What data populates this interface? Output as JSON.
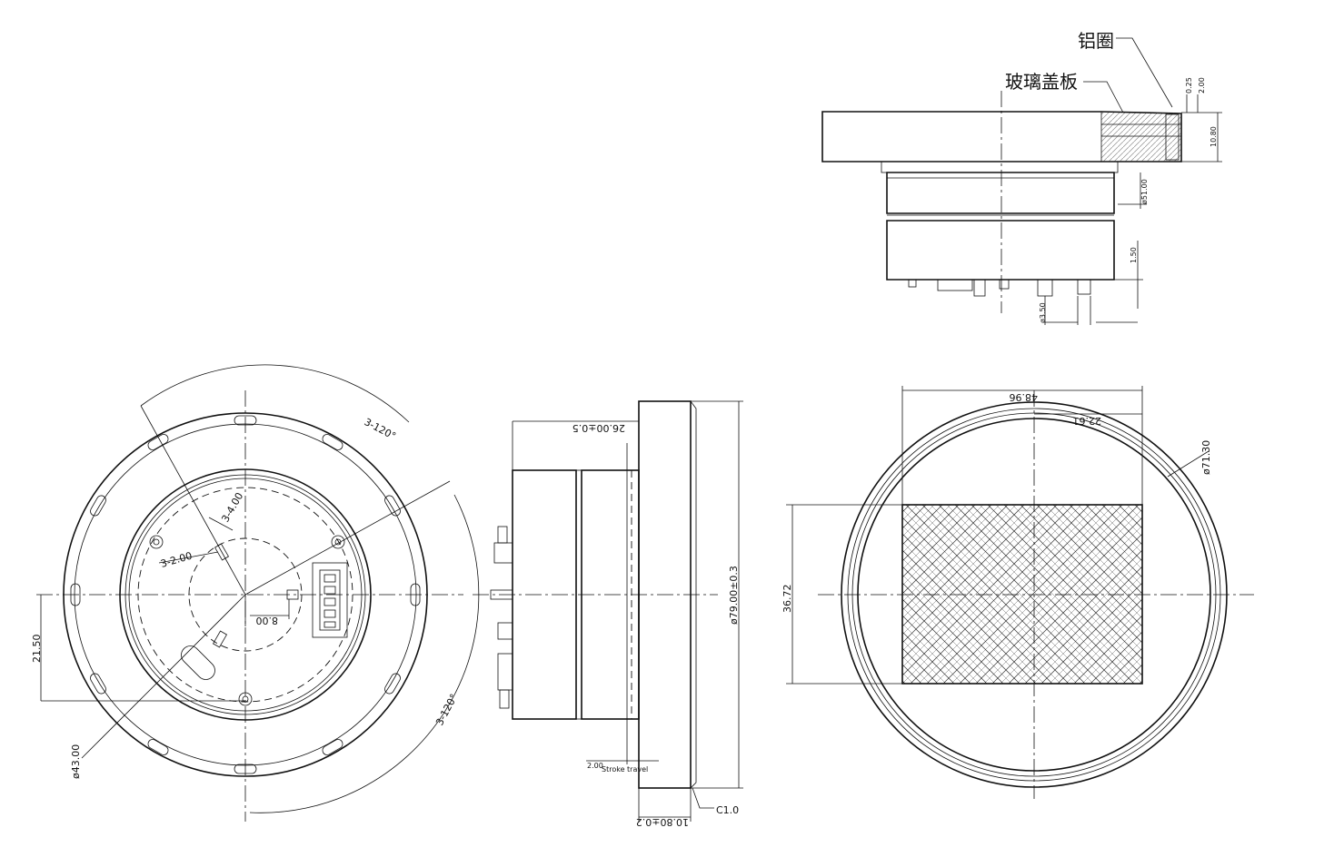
{
  "callouts": {
    "aluminum_ring": "铝圈",
    "glass_cover": "玻璃盖板"
  },
  "dimensions": {
    "d_0_25": "0.25",
    "d_2_00": "2.00",
    "d_10_80": "10.80",
    "d_phi51": "ø51.00",
    "d_1_50": "1.50",
    "d_phi3_5": "ø3.50",
    "d_3_120_top": "3-120°",
    "d_3_120_bottom": "3-120°",
    "d_3_4_00": "3-4.00",
    "d_3_2_00": "3-2.00",
    "d_8_00": "8.00",
    "d_21_50": "21.50",
    "d_phi43": "ø43.00",
    "d_26": "26.00±0.5",
    "d_phi79": "ø79.00±0.3",
    "d_2_00_travel": "2.00",
    "travel_label": "Stroke travel",
    "d_10_80_tol": "10.80±0.2",
    "d_c1": "C1.0",
    "d_48_96": "48.96",
    "d_22_61": "22.61",
    "d_phi71_30": "ø71.30",
    "d_36_72": "36.72"
  }
}
